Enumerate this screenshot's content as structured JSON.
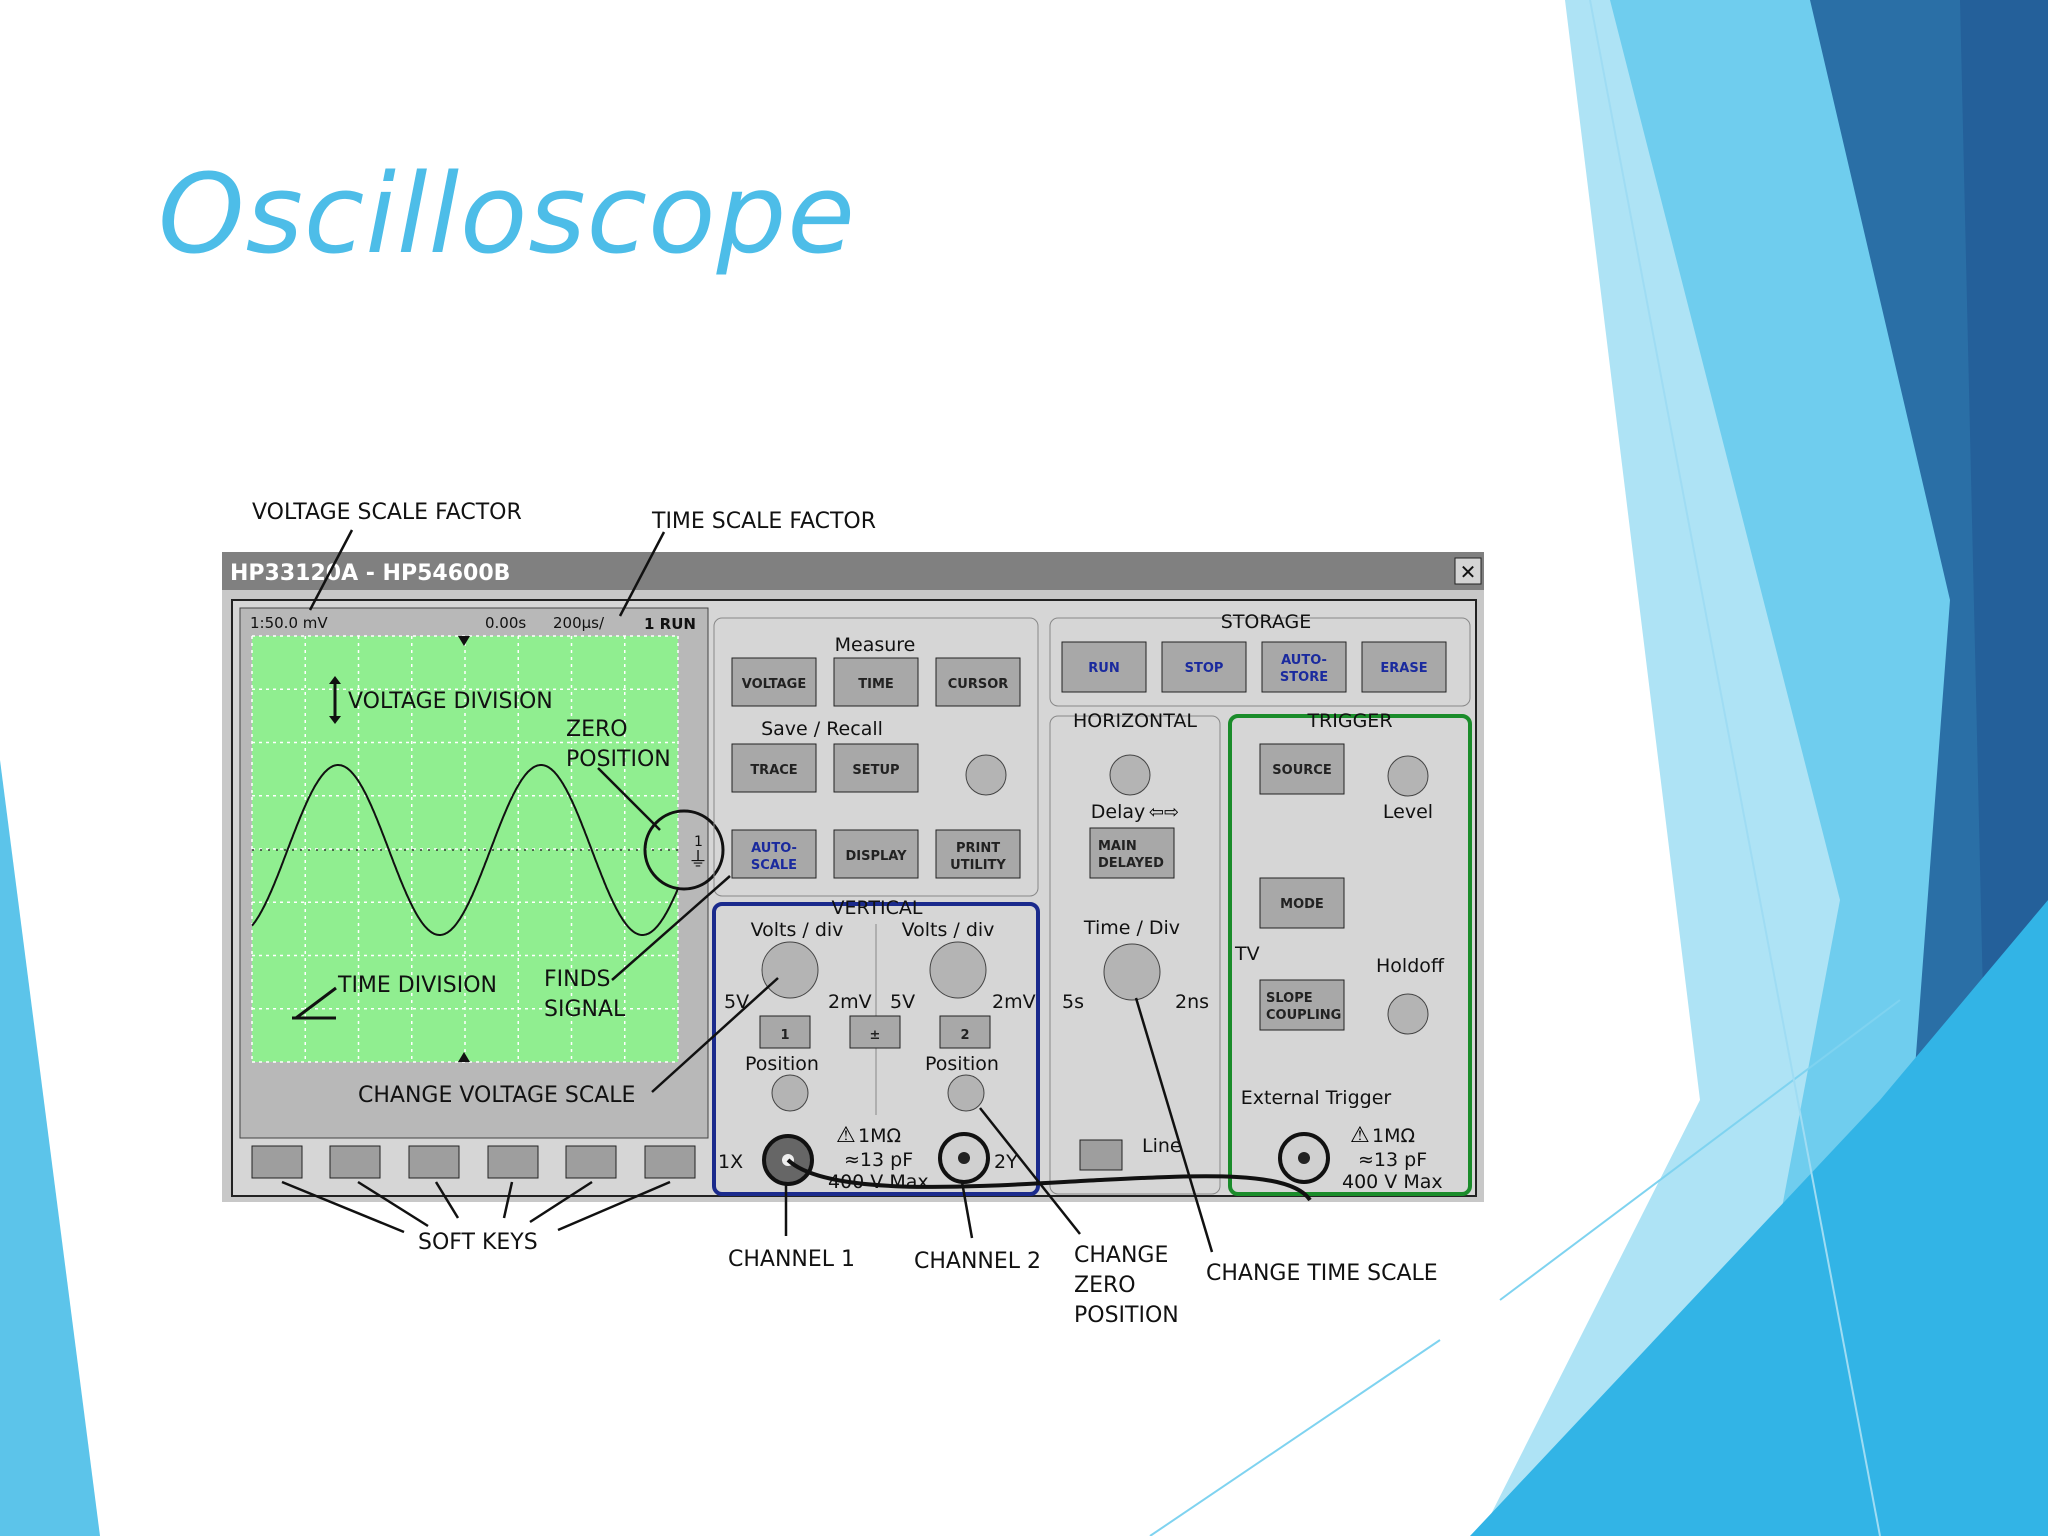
{
  "slide": {
    "title": "Oscilloscope"
  },
  "window": {
    "title": "HP33120A - HP54600B",
    "close_glyph": "✕"
  },
  "screen": {
    "scale_readout": "1:50.0 mV",
    "delay_readout": "0.00s",
    "time_readout": "200µs/",
    "run_status": "1 RUN",
    "ground_marker": "1"
  },
  "measure": {
    "title": "Measure",
    "voltage": "VOLTAGE",
    "time": "TIME",
    "cursor": "CURSOR"
  },
  "save_recall": {
    "title": "Save / Recall",
    "trace": "TRACE",
    "setup": "SETUP"
  },
  "misc_buttons": {
    "auto_scale_1": "AUTO-",
    "auto_scale_2": "SCALE",
    "display": "DISPLAY",
    "print_1": "PRINT",
    "print_2": "UTILITY"
  },
  "storage": {
    "title": "STORAGE",
    "run": "RUN",
    "stop": "STOP",
    "autostore_1": "AUTO-",
    "autostore_2": "STORE",
    "erase": "ERASE"
  },
  "horizontal": {
    "title": "HORIZONTAL",
    "delay": "Delay",
    "main_1": "MAIN",
    "main_2": "DELAYED",
    "time_div": "Time / Div",
    "min": "5s",
    "max": "2ns",
    "line": "Line"
  },
  "vertical": {
    "title": "VERTICAL",
    "ch1": {
      "volts_div": "Volts / div",
      "min": "5V",
      "max": "2mV",
      "button": "1",
      "position": "Position",
      "connector": "1X"
    },
    "ch2": {
      "volts_div": "Volts / div",
      "min": "5V",
      "max": "2mV",
      "button": "2",
      "position": "Position",
      "connector": "2Y"
    },
    "invert": "±",
    "spec_1": "1MΩ",
    "spec_2": "≈13 pF",
    "spec_3": "400 V Max"
  },
  "trigger": {
    "title": "TRIGGER",
    "source": "SOURCE",
    "level": "Level",
    "mode": "MODE",
    "tv": "TV",
    "slope_1": "SLOPE",
    "slope_2": "COUPLING",
    "holdoff": "Holdoff",
    "external": "External Trigger",
    "spec_1": "1MΩ",
    "spec_2": "≈13 pF",
    "spec_3": "400 V Max"
  },
  "annotations": {
    "voltage_scale_factor": "VOLTAGE SCALE FACTOR",
    "time_scale_factor": "TIME SCALE FACTOR",
    "voltage_division": "VOLTAGE DIVISION",
    "zero_position_1": "ZERO",
    "zero_position_2": "POSITION",
    "time_division": "TIME DIVISION",
    "finds_signal_1": "FINDS",
    "finds_signal_2": "SIGNAL",
    "change_voltage_scale": "CHANGE VOLTAGE SCALE",
    "soft_keys": "SOFT KEYS",
    "channel_1": "CHANNEL 1",
    "channel_2": "CHANNEL 2",
    "change_zero_1": "CHANGE",
    "change_zero_2": "ZERO",
    "change_zero_3": "POSITION",
    "change_time_scale": "CHANGE TIME SCALE"
  },
  "colors": {
    "title": "#4dbde8",
    "screen": "#90ee90",
    "trigger_frame": "#1a8c2a",
    "vertical_frame": "#1a2a8c"
  }
}
